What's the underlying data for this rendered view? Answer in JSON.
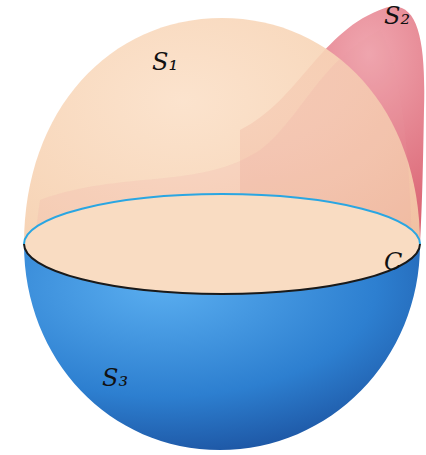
{
  "diagram": {
    "labels": [
      "S₁",
      "S₂",
      "C",
      "S₃"
    ]
  }
}
